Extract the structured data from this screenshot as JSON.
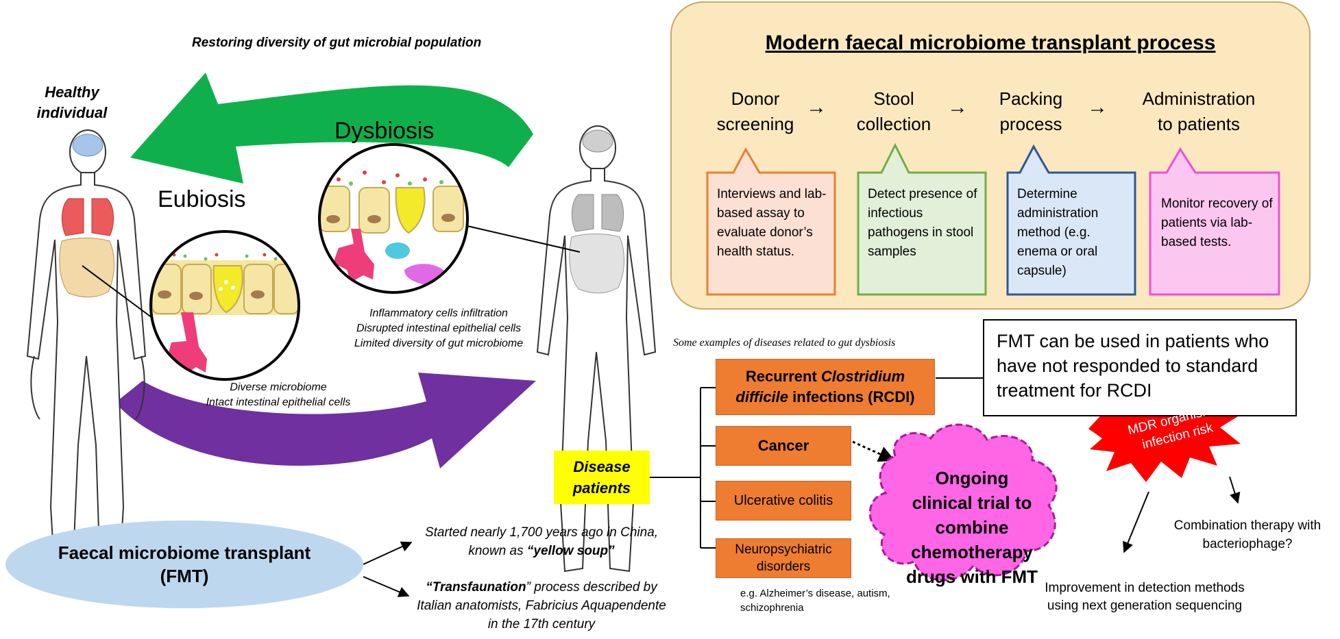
{
  "top_arrow_label": "Restoring diversity of gut microbial population",
  "healthy_label": "Healthy individual",
  "eubiosis": {
    "title": "Eubiosis",
    "captions": [
      "Diverse microbiome",
      "Intact intestinal epithelial cells"
    ]
  },
  "dysbiosis": {
    "title": "Dysbiosis",
    "captions": [
      "Inflammatory cells infiltration",
      "Disrupted intestinal epithelial cells",
      "Limited diversity of gut microbiome"
    ]
  },
  "process": {
    "title": "Modern faecal microbiome transplant process",
    "arrow_glyph": "→",
    "steps": [
      {
        "title_lines": [
          "Donor",
          "screening"
        ],
        "desc": "Interviews and lab-based assay to evaluate donor’s health status.",
        "color": "#fbe0d3",
        "border": "#e88030"
      },
      {
        "title_lines": [
          "Stool",
          "collection"
        ],
        "desc": "Detect presence of infectious pathogens in stool samples",
        "color": "#e2efd9",
        "border": "#70ad47"
      },
      {
        "title_lines": [
          "Packing",
          "process"
        ],
        "desc": "Determine administration method (e.g. enema or oral capsule)",
        "color": "#dae7f6",
        "border": "#2f5597"
      },
      {
        "title_lines": [
          "Administration",
          "to patients"
        ],
        "desc": "Monitor recovery of patients via lab-based tests.",
        "color": "#fbc6f0",
        "border": "#ee4fd8"
      }
    ]
  },
  "diseases": {
    "heading": "Some examples of diseases related to gut dysbiosis",
    "rcdi": {
      "line1_a": "Recurrent ",
      "line1_b": "Clostridium",
      "line2_a": "difficile",
      "line2_b": " infections (RCDI)"
    },
    "cancer": "Cancer",
    "colitis": "Ulcerative colitis",
    "neuro": "Neuropsychiatric disorders",
    "neuro_examples": "e.g. Alzheimer’s disease, autism, schizophrenia"
  },
  "fmt_note": "FMT can be used in patients who have not responded to standard treatment for RCDI",
  "disease_patients": "Disease patients",
  "clinical_trial": "Ongoing clinical trial to combine chemotherapy drugs with FMT",
  "mdr": "MDR organisms infection risk",
  "bacteriophage": "Combination therapy with bacteriophage?",
  "detection": "Improvement in detection methods using next generation sequencing",
  "fmt": {
    "title": "Faecal microbiome transplant (FMT)",
    "history1_pre": "Started nearly 1,700 years ago in China, known as ",
    "history1_bold": "“yellow soup”",
    "history2_bold": "“Transfaunation",
    "history2_post": "” process described by Italian anatomists, Fabricius Aquapendente in the 17th century"
  },
  "colors": {
    "green_arrow": "#0fb04b",
    "purple_arrow": "#7030a0",
    "orange_box": "#ee7d31",
    "yellow_box": "#ffff00",
    "cloud": "#ff66e6",
    "burst": "#ff0000",
    "ellipse": "#bdd7ee",
    "panel": "#fbe8bf"
  }
}
